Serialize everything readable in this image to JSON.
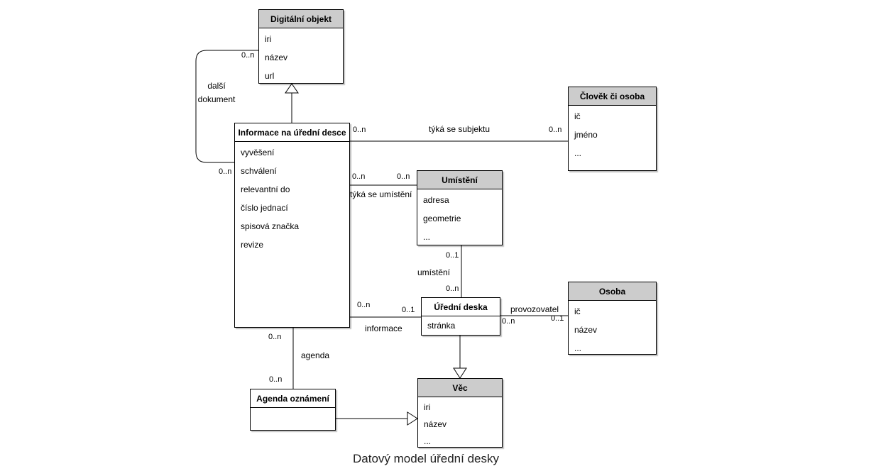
{
  "diagram": {
    "caption": "Datový model úřední desky",
    "colors": {
      "header_fill": "#cccccc",
      "line": "#000000",
      "background": "#ffffff"
    }
  },
  "classes": {
    "digitalni_objekt": {
      "title": "Digitální objekt",
      "attributes": [
        "iri",
        "název",
        "url"
      ]
    },
    "clovek_ci_osoba": {
      "title": "Člověk či osoba",
      "attributes": [
        "ič",
        "jméno",
        "..."
      ]
    },
    "informace": {
      "title": "Informace na úřední desce",
      "attributes": [
        "vyvěšení",
        "schválení",
        "relevantní do",
        "číslo jednací",
        "spisová značka",
        "revize"
      ]
    },
    "umisteni": {
      "title": "Umístění",
      "attributes": [
        "adresa",
        "geometrie",
        "..."
      ]
    },
    "uredni_deska": {
      "title": "Úřední deska",
      "attributes": [
        "stránka"
      ]
    },
    "osoba": {
      "title": "Osoba",
      "attributes": [
        "ič",
        "název",
        "..."
      ]
    },
    "agenda_oznameni": {
      "title": "Agenda oznámení",
      "attributes": []
    },
    "vec": {
      "title": "Věc",
      "attributes": [
        "iri",
        "název",
        "..."
      ]
    }
  },
  "associations": {
    "dalsi_dokument": {
      "label_line1": "další",
      "label_line2": "dokument",
      "mult_digitalni": "0..n",
      "mult_informace": "0..n"
    },
    "tyka_se_subjektu": {
      "label": "týká se subjektu",
      "mult_informace": "0..n",
      "mult_clovek": "0..n"
    },
    "tyka_se_umisteni": {
      "label": "týká se umístění",
      "mult_informace": "0..n",
      "mult_umisteni": "0..n"
    },
    "umisteni": {
      "label": "umístění",
      "mult_umisteni": "0..1",
      "mult_deska": "0..n"
    },
    "informace": {
      "label": "informace",
      "mult_informace": "0..n",
      "mult_deska": "0..1"
    },
    "provozovatel": {
      "label": "provozovatel",
      "mult_deska": "0..n",
      "mult_osoba": "0..1"
    },
    "agenda": {
      "label": "agenda",
      "mult_informace": "0..n",
      "mult_agenda": "0..n"
    }
  }
}
